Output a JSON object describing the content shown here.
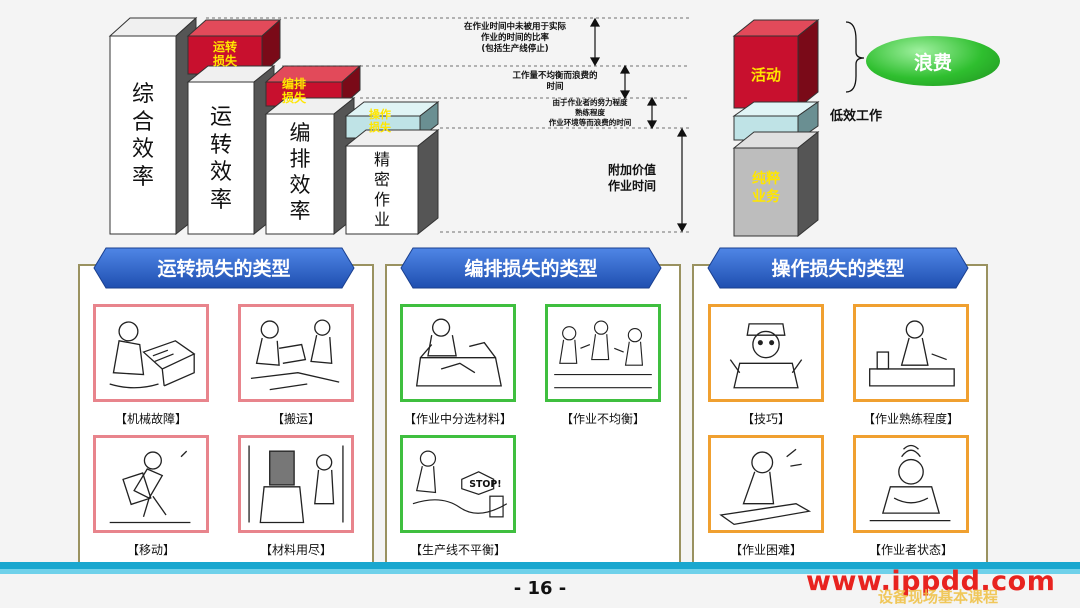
{
  "colors": {
    "red": "#c8102e",
    "teal": "#bfe3e6",
    "gray": "#bdbdbd",
    "hex_blue": "#2f68cf",
    "green_oval": "#2fbf2f",
    "pink_border": "#e8848c",
    "green_border": "#3fbf3f",
    "orange_border": "#f0a030"
  },
  "bars": {
    "zonghe": [
      "综",
      "合",
      "效",
      "率"
    ],
    "yunzhuan": [
      "运",
      "转",
      "效",
      "率"
    ],
    "bianpai": [
      "编",
      "排",
      "效",
      "率"
    ],
    "jingmi": [
      "精",
      "密",
      "作",
      "业"
    ],
    "yunzhuan_loss": [
      "运转",
      "损失"
    ],
    "bianpai_loss": [
      "编排",
      "损失"
    ],
    "caozuo_loss": [
      "操作",
      "损失"
    ]
  },
  "annotations": {
    "a1": [
      "在作业时间中未被用于实际",
      "作业的时间的比率",
      "(包括生产线停止)"
    ],
    "a2": [
      "工作量不均衡而浪费的",
      "时间"
    ],
    "a3": [
      "由于作业者的努力程度",
      "熟练程度",
      "作业环境等而浪费的时间"
    ],
    "a4": [
      "附加价值",
      "作业时间"
    ]
  },
  "right_stack": {
    "activity": "活动",
    "low_efficiency": "低效工作",
    "pure": [
      "纯粹",
      "业务"
    ],
    "waste": "浪费"
  },
  "panels": [
    {
      "title": "运转损失的类型",
      "items": [
        "【机械故障】",
        "【搬运】",
        "【移动】",
        "【材料用尽】"
      ]
    },
    {
      "title": "编排损失的类型",
      "items": [
        "【作业中分选材料】",
        "【作业不均衡】",
        "【生产线不平衡】"
      ]
    },
    {
      "title": "操作损失的类型",
      "items": [
        "【技巧】",
        "【作业熟练程度】",
        "【作业困难】",
        "【作业者状态】"
      ]
    }
  ],
  "footer": {
    "page": "- 16 -",
    "watermark": "www.ippdd.com",
    "course": "设备现场基本课程"
  }
}
